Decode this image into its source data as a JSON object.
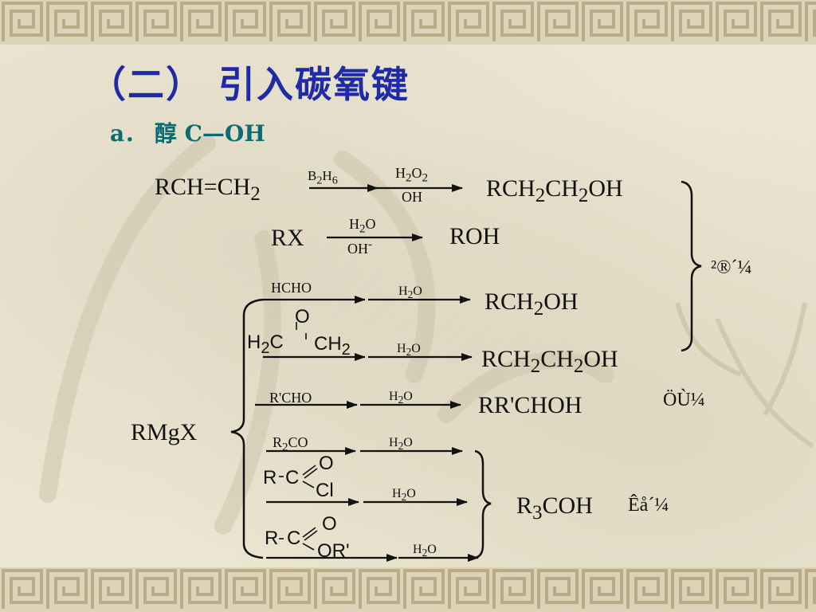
{
  "title": "（二） 引入碳氧键",
  "subtitle": "a． 醇  C—OH",
  "rows": {
    "hydroboration": {
      "reactant": [
        "RCH=CH",
        "2"
      ],
      "reagent1": [
        "B",
        "2",
        "H",
        "6"
      ],
      "reagent2_top": [
        "H",
        "2",
        "O",
        "2"
      ],
      "reagent2_bottom": "OH",
      "product": [
        "RCH",
        "2",
        "CH",
        "2",
        "OH"
      ]
    },
    "hydrolysis": {
      "reactant": "RX",
      "reagent_top": [
        "H",
        "2",
        "O"
      ],
      "reagent_bottom": [
        "OH",
        "-"
      ],
      "product": "ROH"
    },
    "grignard": {
      "reagent": "RMgX",
      "formaldehyde": "HCHO",
      "epoxide": {
        "o": "O",
        "left": [
          "H",
          "2",
          "C"
        ],
        "right": [
          "CH",
          "2"
        ]
      },
      "aldehyde": "R'CHO",
      "ketone": [
        "R",
        "2",
        "CO"
      ],
      "acyl_chloride": {
        "r": "R",
        "c": "C",
        "o": "O",
        "x": "Cl"
      },
      "ester": {
        "r": "R",
        "c": "C",
        "o": "O",
        "x": "OR'"
      },
      "water": [
        "H",
        "2",
        "O"
      ],
      "product_primary1": [
        "RCH",
        "2",
        "OH"
      ],
      "product_primary2": [
        "RCH",
        "2",
        "CH",
        "2",
        "OH"
      ],
      "product_secondary": "RR'CHOH",
      "product_tertiary": [
        "R",
        "3",
        "COH"
      ]
    }
  },
  "notes": {
    "primary": "²®´¼",
    "secondary": "ÖÙ¼",
    "tertiary": "Êå´¼"
  },
  "colors": {
    "title": "#1f2aa6",
    "subtitle": "#0b6b73",
    "background": "#ece6d3",
    "border": "#b8ab8a"
  }
}
